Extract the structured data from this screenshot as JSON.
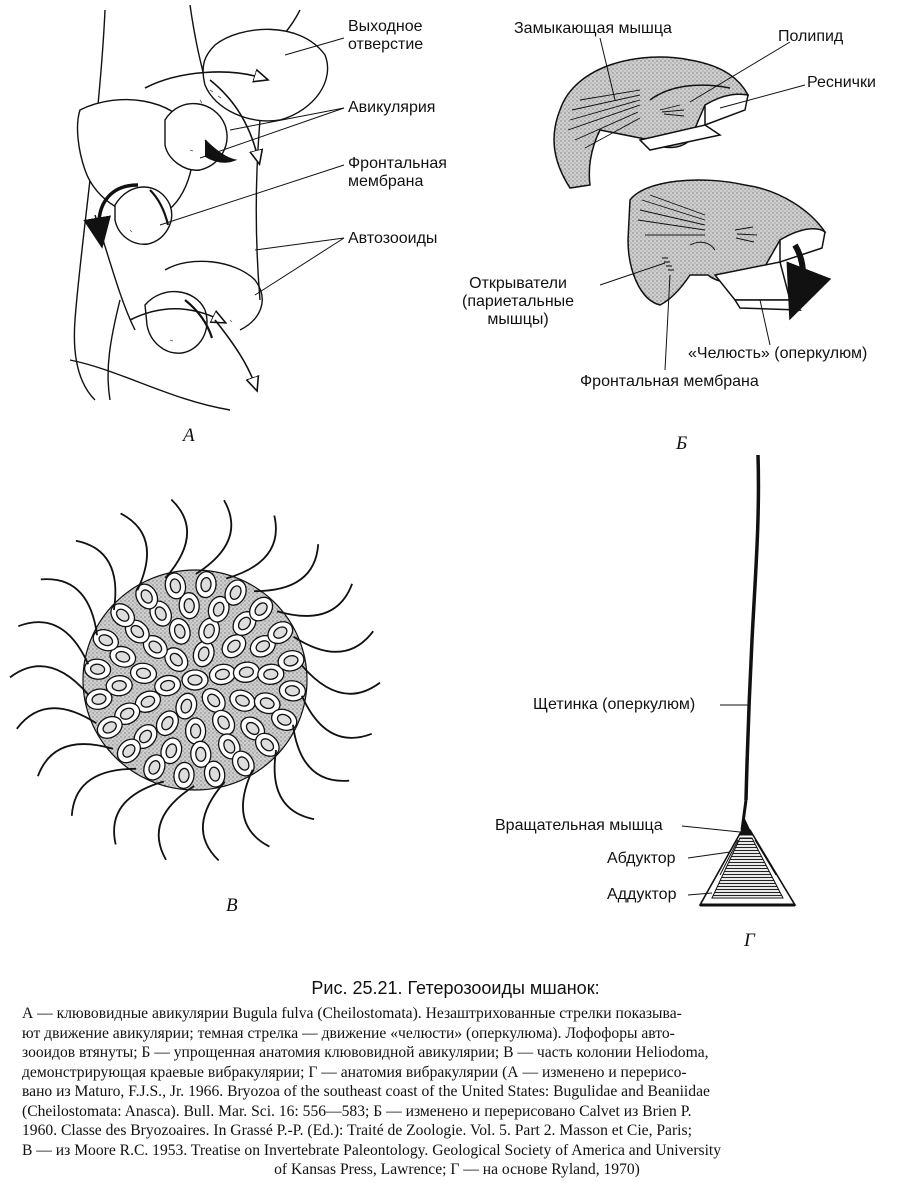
{
  "panels": {
    "a": {
      "letter": "А",
      "labels": {
        "outlet": "Выходное\nотверстие",
        "avicularia": "Авикулярия",
        "frontal_membrane": "Фронтальная\nмембрана",
        "autozooids": "Автозооиды"
      }
    },
    "b": {
      "letter": "Б",
      "labels": {
        "closing_muscle": "Замыкающая мышца",
        "polypide": "Полипид",
        "cilia": "Реснички",
        "openers": "Открыватели\n(париетальные\nмышцы)",
        "jaw": "«Челюсть» (оперкулюм)",
        "frontal_membrane": "Фронтальная мембрана"
      }
    },
    "v": {
      "letter": "В"
    },
    "g": {
      "letter": "Г",
      "labels": {
        "seta": "Щетинка (оперкулюм)",
        "rotator": "Вращательная мышца",
        "abductor": "Абдуктор",
        "adductor": "Аддуктор"
      }
    }
  },
  "caption": {
    "title": "Рис. 25.21. Гетерозооиды мшанок:",
    "body_lines": [
      "А — клювовидные авикулярии Bugula fulva (Cheilostomata). Незаштрихованные стрелки показыва-",
      "ют движение авикулярии; темная стрелка — движение «челюсти» (оперкулюма). Лофофоры авто-",
      "зооидов втянуты; Б — упрощенная анатомия клювовидной авикулярии; В — часть колонии Heliodoma,",
      "демонстрирующая краевые вибракулярии; Г — анатомия вибракулярии (А — изменено и перерисо-",
      "вано из Maturo, F.J.S., Jr. 1966. Bryozoa of the southeast coast of the United States: Bugulidae and Beaniidae",
      "(Cheilostomata: Anasca). Bull. Mar. Sci. 16: 556—583; Б — изменено и перерисовано Calvet из Brien P.",
      "1960. Classe des Bryozoaires. In Grassé P.-P. (Ed.): Traité de Zoologie. Vol. 5. Part 2. Masson et Cie, Paris;",
      "В — из Moore R.C. 1953. Treatise on Invertebrate Paleontology. Geological Society of America and University",
      "of Kansas Press, Lawrence; Г — на основе Ryland, 1970)"
    ]
  }
}
